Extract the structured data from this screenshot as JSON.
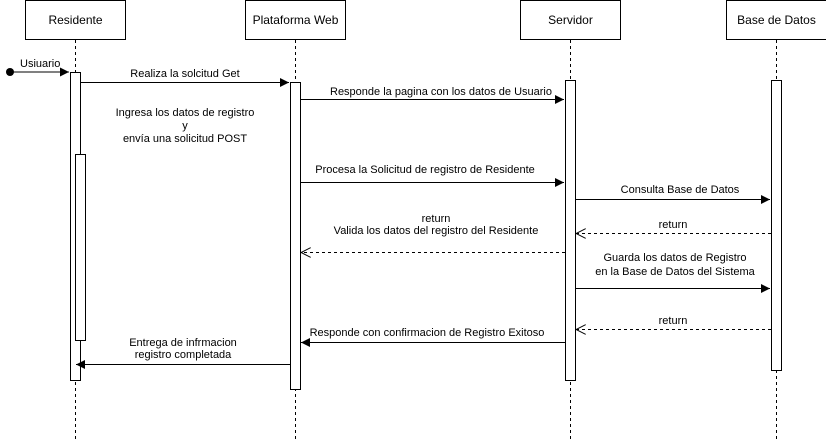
{
  "participants": {
    "residente": "Residente",
    "plataforma": "Plataforma Web",
    "servidor": "Servidor",
    "base_datos": "Base de Datos"
  },
  "actor": {
    "label": "Usiuario"
  },
  "messages": {
    "m1": "Realiza la solcitud  Get",
    "m2": "Responde la  pagina con los datos de Usuario",
    "m3_line1": "Ingresa los datos de registro",
    "m3_line2": "y",
    "m3_line3": "envía una solicitud POST",
    "m4": "Procesa la Solicitud de registro de Residente",
    "m5": "Consulta Base de Datos",
    "m6": "return",
    "m7_line1": "return",
    "m7_line2": "Valida los datos del registro del Residente",
    "m8_line1": "Guarda los datos de Registro",
    "m8_line2": "en la Base de Datos del Sistema",
    "m9": "return",
    "m10": "Responde con confirmacion de Registro Exitoso",
    "m11_line1": "Entrega de infrmacion",
    "m11_line2": "registro completada"
  },
  "colors": {
    "line": "#000000",
    "fill": "#ffffff"
  }
}
